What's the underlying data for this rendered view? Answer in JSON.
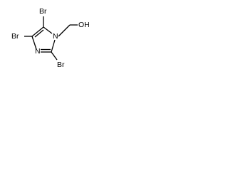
{
  "molecule": {
    "atoms": {
      "br_top": "Br",
      "br_left": "Br",
      "br_bottom": "Br",
      "n_ring": "N",
      "n_subst": "N",
      "hydroxyl": "OH"
    }
  }
}
